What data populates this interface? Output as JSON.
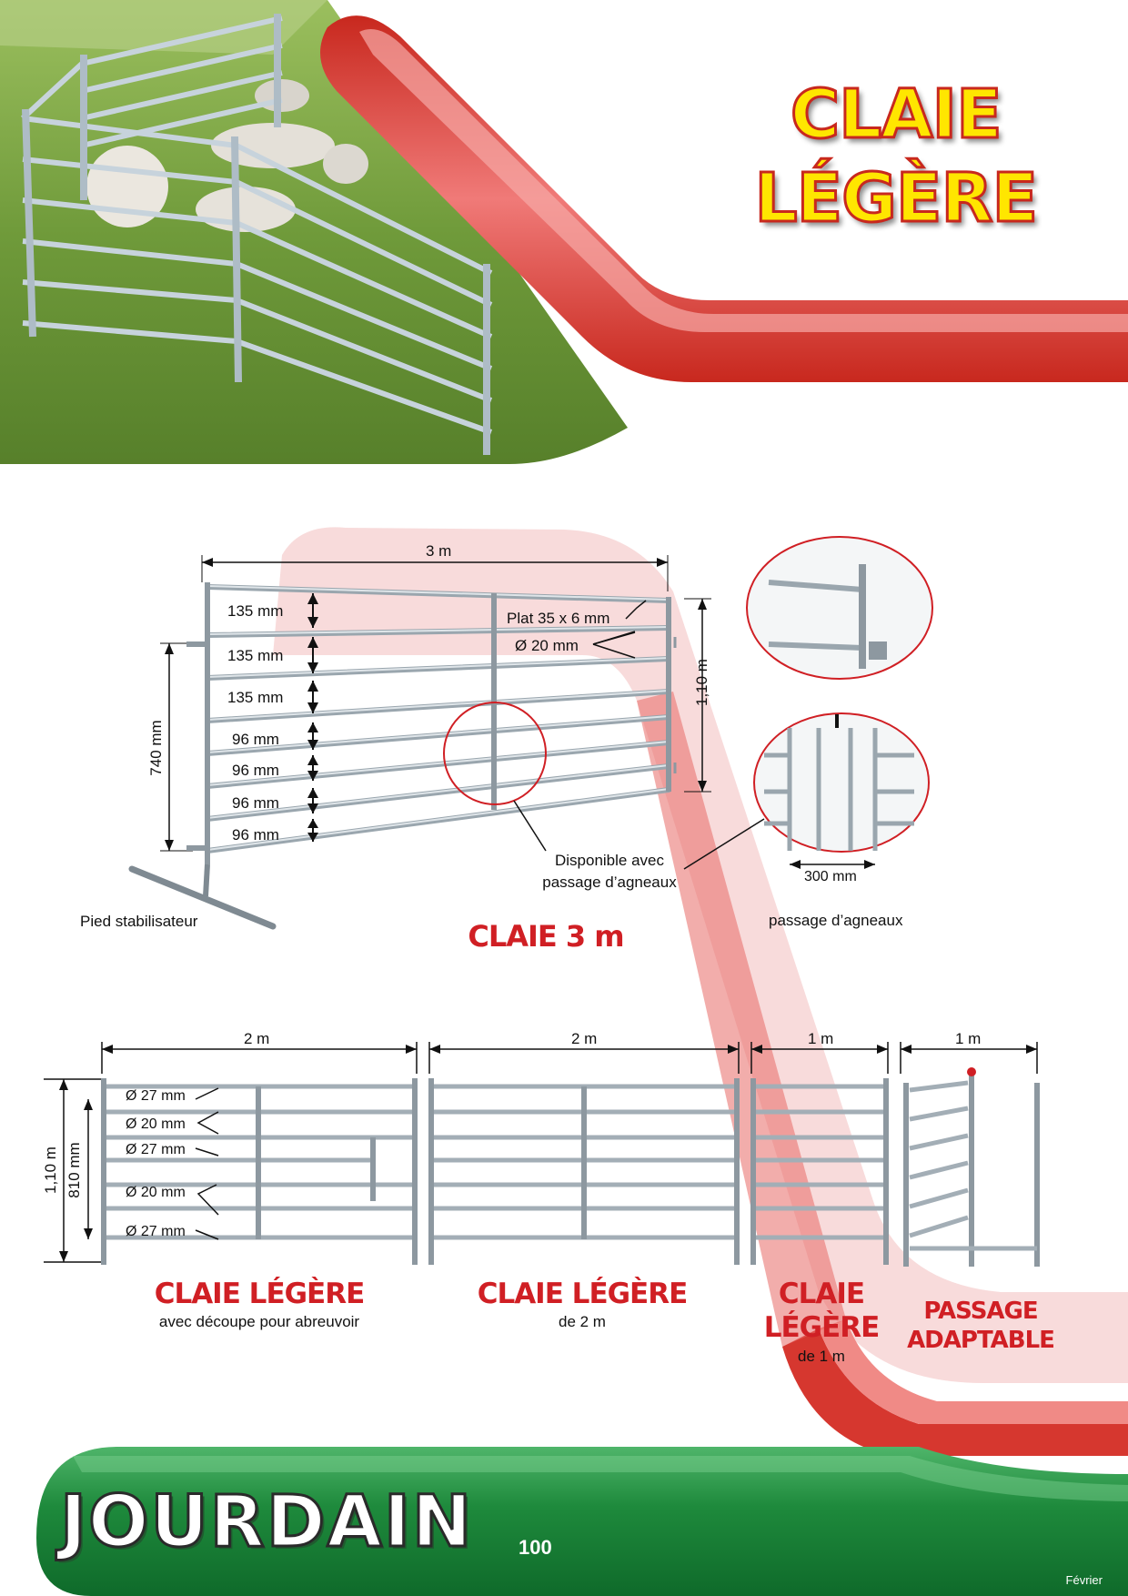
{
  "header": {
    "title_line1": "CLAIE",
    "title_line2": "LÉGÈRE"
  },
  "claie3m": {
    "title": "CLAIE 3 m",
    "width": "3 m",
    "height": "1,10 m",
    "side": "740 mm",
    "gaps": [
      "135 mm",
      "135 mm",
      "135 mm",
      "96 mm",
      "96 mm",
      "96 mm",
      "96 mm"
    ],
    "plat": "Plat 35 x 6 mm",
    "tube": "Ø 20 mm",
    "dispo_line1": "Disponible avec",
    "dispo_line2": "passage d’agneaux",
    "pied": "Pied stabilisateur",
    "passage_width": "300 mm",
    "passage_label": "passage d’agneaux"
  },
  "bottom": {
    "widths": [
      "2 m",
      "2 m",
      "1 m",
      "1 m"
    ],
    "height_outer": "1,10 m",
    "height_inner": "810 mm",
    "diameters": [
      "Ø 27 mm",
      "Ø 20 mm",
      "Ø 27 mm",
      "Ø 20 mm",
      "Ø 27 mm"
    ],
    "panel1_title": "CLAIE LÉGÈRE",
    "panel1_sub": "avec découpe pour abreuvoir",
    "panel2_title": "CLAIE LÉGÈRE",
    "panel2_sub": "de 2 m",
    "panel3_title1": "CLAIE",
    "panel3_title2": "LÉGÈRE",
    "panel3_sub": "de 1 m",
    "panel4_title1": "PASSAGE",
    "panel4_title2": "ADAPTABLE"
  },
  "footer": {
    "brand": "JOURDAIN",
    "page": "100",
    "month": "Février"
  },
  "colors": {
    "red": "#d01f24",
    "yellow": "#ffe600",
    "green": "#1e8a3c"
  }
}
